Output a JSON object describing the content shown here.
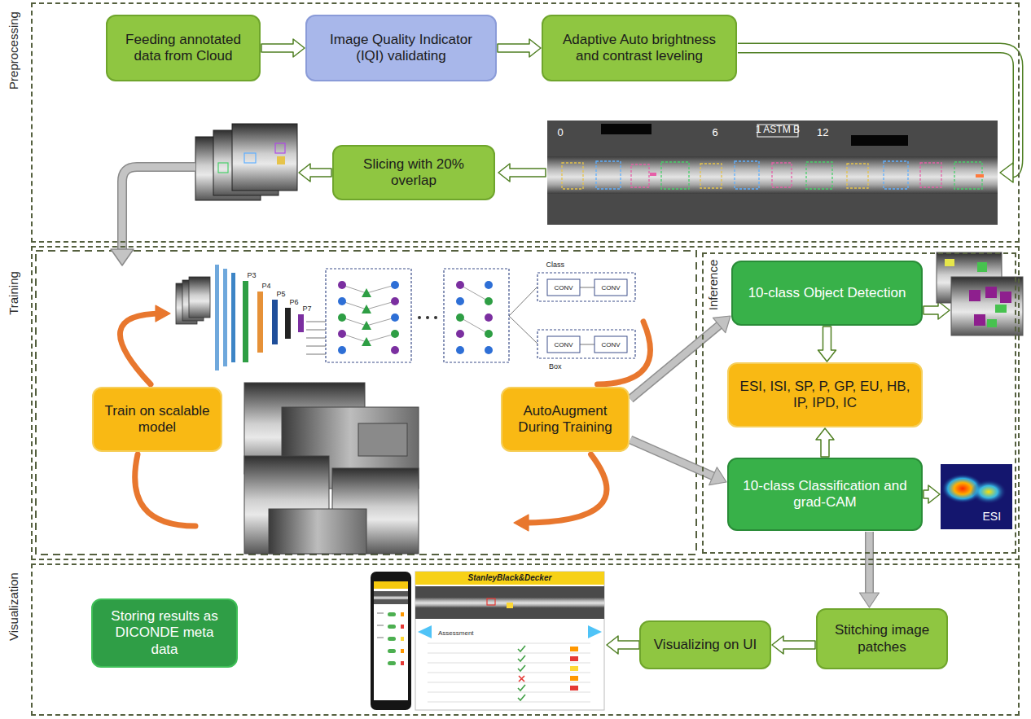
{
  "diagram": {
    "nodes": [
      {
        "text": [
          "Preprocessing"
        ]
      },
      {
        "text": [
          "Feeding annotated data from Cloud"
        ],
        "in": 0
      },
      {
        "text": [
          "Image Quality Indicator (IQI) validating"
        ],
        "in": 0
      },
      {
        "text": [
          "Adaptive Auto brightness and contrast leveling"
        ],
        "in": 0
      },
      {
        "text": [
          "Slicing with 20% overlap"
        ],
        "in": 0
      },
      {
        "text": [
          "Training"
        ]
      },
      {
        "text": [
          "Train on scalable model"
        ],
        "in": 5
      },
      {
        "text": [
          "AutoAugment During Training"
        ],
        "in": 5
      },
      {
        "text": [
          "Inference"
        ],
        "in": 5
      },
      {
        "text": [
          "10-class Object Detection"
        ],
        "in": 8
      },
      {
        "text": [
          "ESI, ISI, SP, P, GP, EU, HB, IP, IPD, IC"
        ],
        "in": 8
      },
      {
        "text": [
          "10-class Classification and grad-CAM"
        ],
        "in": 8
      },
      {
        "text": [
          "Visualization"
        ]
      },
      {
        "text": [
          "Storing results as DICONDE meta data"
        ],
        "in": 12
      },
      {
        "text": [
          "Visualizing on UI"
        ],
        "in": 12
      },
      {
        "text": [
          "Stitching image patches"
        ],
        "in": 12
      }
    ],
    "edges": [
      {
        "from": 1,
        "to": 2,
        "arrow": "to"
      },
      {
        "from": 2,
        "to": 3,
        "arrow": "to"
      },
      {
        "from": 6,
        "to": 7,
        "arrow": "to"
      },
      {
        "from": 7,
        "to": 6,
        "arrow": "to"
      },
      {
        "from": 7,
        "to": 9,
        "arrow": "to"
      },
      {
        "from": 7,
        "to": 11,
        "arrow": "to"
      },
      {
        "from": 9,
        "to": 10,
        "arrow": "to"
      },
      {
        "from": 11,
        "to": 10,
        "arrow": "to"
      },
      {
        "from": 11,
        "to": 15,
        "arrow": "to"
      },
      {
        "from": 15,
        "to": 14,
        "arrow": "to"
      }
    ],
    "labels": [
      "0",
      "6",
      "1 ASTM B",
      "12",
      "P3",
      "P4",
      "P5",
      "P6",
      "P7",
      "Class",
      "CONV",
      "CONV",
      "Box",
      "CONV",
      "CONV",
      "ESI",
      "StanleyBlack&Decker",
      "Assessment"
    ]
  }
}
